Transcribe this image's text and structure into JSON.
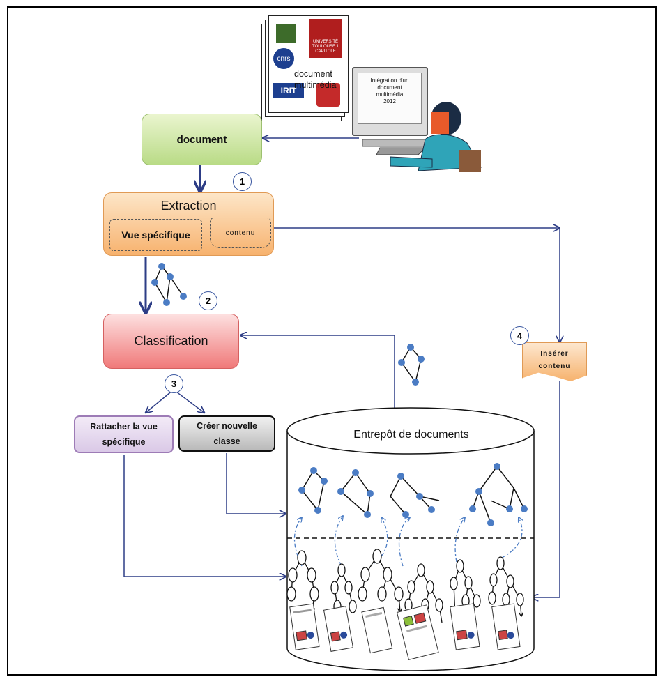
{
  "nodes": {
    "document": "document",
    "extraction": "Extraction",
    "vue_specifique": "Vue spécifique",
    "contenu": "contenu",
    "classification": "Classification",
    "rattacher": [
      "Rattacher la vue",
      "spécifique"
    ],
    "creer": [
      "Créer nouvelle",
      "classe"
    ],
    "inserer": [
      "Insérer",
      "contenu"
    ],
    "entrepot": "Entrepôt de documents"
  },
  "steps": [
    "1",
    "2",
    "3",
    "4"
  ],
  "illustration": {
    "doc_label": [
      "document",
      "multimédia"
    ],
    "monitor_text": [
      "Intégration d'un",
      "document",
      "multimédia",
      "2012"
    ],
    "logo_text": {
      "universite": [
        "UNIVERSITÉ",
        "TOULOUSE 1",
        "CAPITOLE"
      ],
      "cnrs": "cnrs",
      "irit": "IRIT"
    }
  },
  "colors": {
    "arrow": "#2d3d86",
    "node_blue": "#4b7cc4",
    "document_fill": "#c7e29a",
    "extraction_fill": "#f8bd80",
    "classification_fill": "#f28c8c",
    "rattacher_fill": "#e3d4ee",
    "creer_fill": "#c9c9c9"
  }
}
